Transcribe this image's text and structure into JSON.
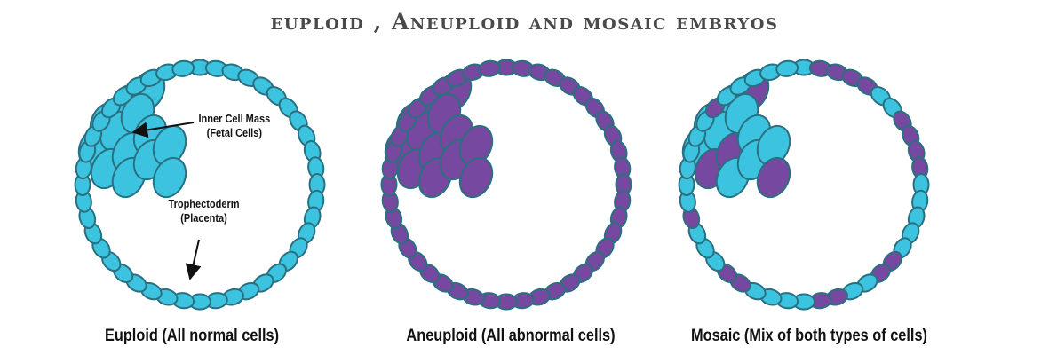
{
  "title": "euploid , Aneuploid and mosaic embryos",
  "colors": {
    "normal_fill": "#3cc3df",
    "abnormal_fill": "#76489f",
    "cell_stroke": "#2a7080",
    "text": "#111111",
    "title_text": "#4a4a4a"
  },
  "embryos": [
    {
      "name": "euploid",
      "caption": "Euploid (All normal cells)",
      "cell_type": "normal"
    },
    {
      "name": "aneuploid",
      "caption": "Aneuploid (All abnormal cells)",
      "cell_type": "abnormal"
    },
    {
      "name": "mosaic",
      "caption": "Mosaic (Mix of both types of cells)",
      "cell_type": "mixed"
    }
  ],
  "annotations": {
    "inner_cell_mass": {
      "line1": "Inner Cell Mass",
      "line2": "(Fetal Cells)"
    },
    "trophectoderm": {
      "line1": "Trophectoderm",
      "line2": "(Placenta)"
    }
  }
}
